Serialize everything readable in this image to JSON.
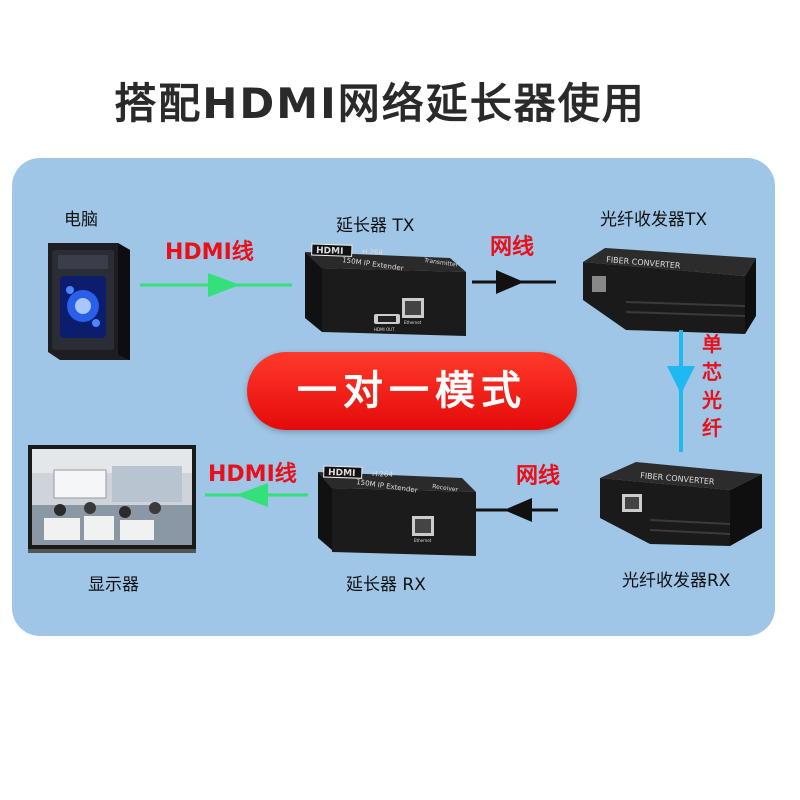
{
  "title": "搭配HDMI网络延长器使用",
  "labels": {
    "pc": "电脑",
    "extender_tx": "延长器 TX",
    "fiber_tx": "光纤收发器TX",
    "display": "显示器",
    "extender_rx": "延长器 RX",
    "fiber_rx": "光纤收发器RX"
  },
  "cables": {
    "hdmi_top": "HDMI线",
    "lan_top": "网线",
    "fiber": "单芯光纤",
    "hdmi_bottom": "HDMI线",
    "lan_bottom": "网线"
  },
  "mode": "一对一模式",
  "device_text": {
    "hdmi_logo": "HDMI",
    "codec": "H.264",
    "model": "150M IP Extender",
    "transmitter": "Transmitter",
    "receiver": "Receiver",
    "hdmi_out": "HDMI OUT",
    "ethernet": "Ethernet",
    "fiber_brand": "FIBER CONVERTER"
  },
  "colors": {
    "background_panel": "#9fc6e6",
    "hdmi_arrow": "#33e07a",
    "fiber_arrow": "#1fb8f0",
    "label_red": "#e8101a",
    "mode_pill": "#ee1510"
  }
}
